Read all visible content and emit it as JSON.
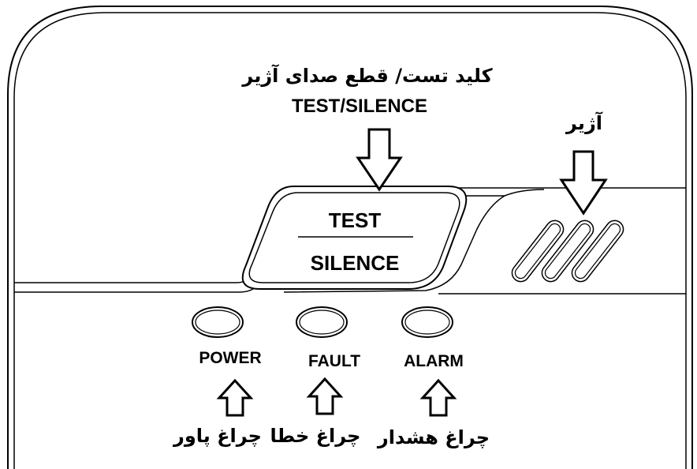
{
  "device": {
    "test_label": "TEST",
    "silence_label": "SILENCE"
  },
  "indicators": {
    "power": "POWER",
    "fault": "FAULT",
    "alarm": "ALARM"
  },
  "callouts": {
    "button_fa": "کلید تست/ قطع صدای آژیر",
    "button_en": "TEST/SILENCE",
    "buzzer_fa": "آژیر",
    "power_fa": "چراغ پاور",
    "fault_fa": "چراغ خطا",
    "alarm_fa": "چراغ هشدار"
  },
  "colors": {
    "line": "#000000",
    "background": "#ffffff"
  }
}
